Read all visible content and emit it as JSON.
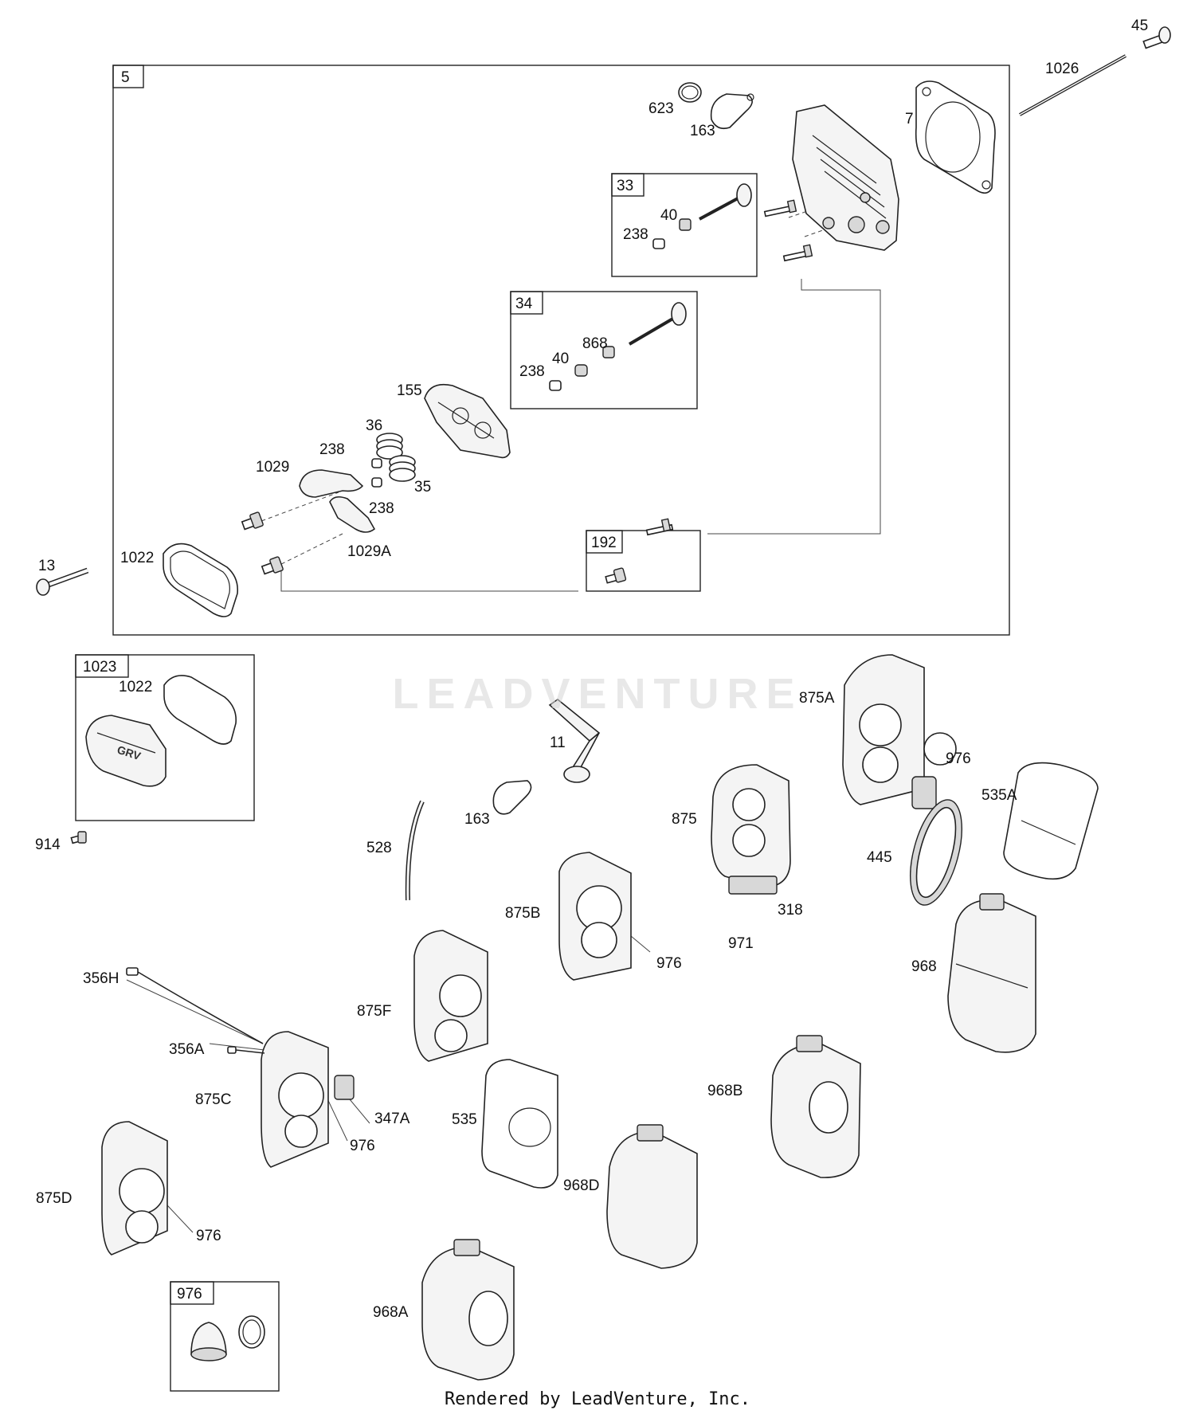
{
  "labels": {
    "l45": "45",
    "l1026": "1026",
    "l623": "623",
    "l163a": "163",
    "l7": "7",
    "l40a": "40",
    "l238a": "238",
    "l868": "868",
    "l40b": "40",
    "l238b": "238",
    "l155": "155",
    "l36": "36",
    "l238c": "238",
    "l1029": "1029",
    "l35": "35",
    "l238d": "238",
    "l1029A": "1029A",
    "l1022a": "1022",
    "l13": "13",
    "l1022b": "1022",
    "l914": "914",
    "l11": "11",
    "l163b": "163",
    "l528": "528",
    "l875A": "875A",
    "l976a": "976",
    "l535A": "535A",
    "l875": "875",
    "l445": "445",
    "l875B": "875B",
    "l976b": "976",
    "l318": "318",
    "l971": "971",
    "l968": "968",
    "l356H": "356H",
    "l875F": "875F",
    "l356A": "356A",
    "l875C": "875C",
    "l347A": "347A",
    "l976c": "976",
    "l535": "535",
    "l968B": "968B",
    "l968D": "968D",
    "l875D": "875D",
    "l976d": "976",
    "l968A": "968A"
  },
  "boxes": {
    "b5": "5",
    "b33": "33",
    "b34": "34",
    "b192": "192",
    "b1023": "1023",
    "b976": "976"
  },
  "watermark": "LEADVENTURE",
  "footer": "Rendered by LeadVenture, Inc."
}
